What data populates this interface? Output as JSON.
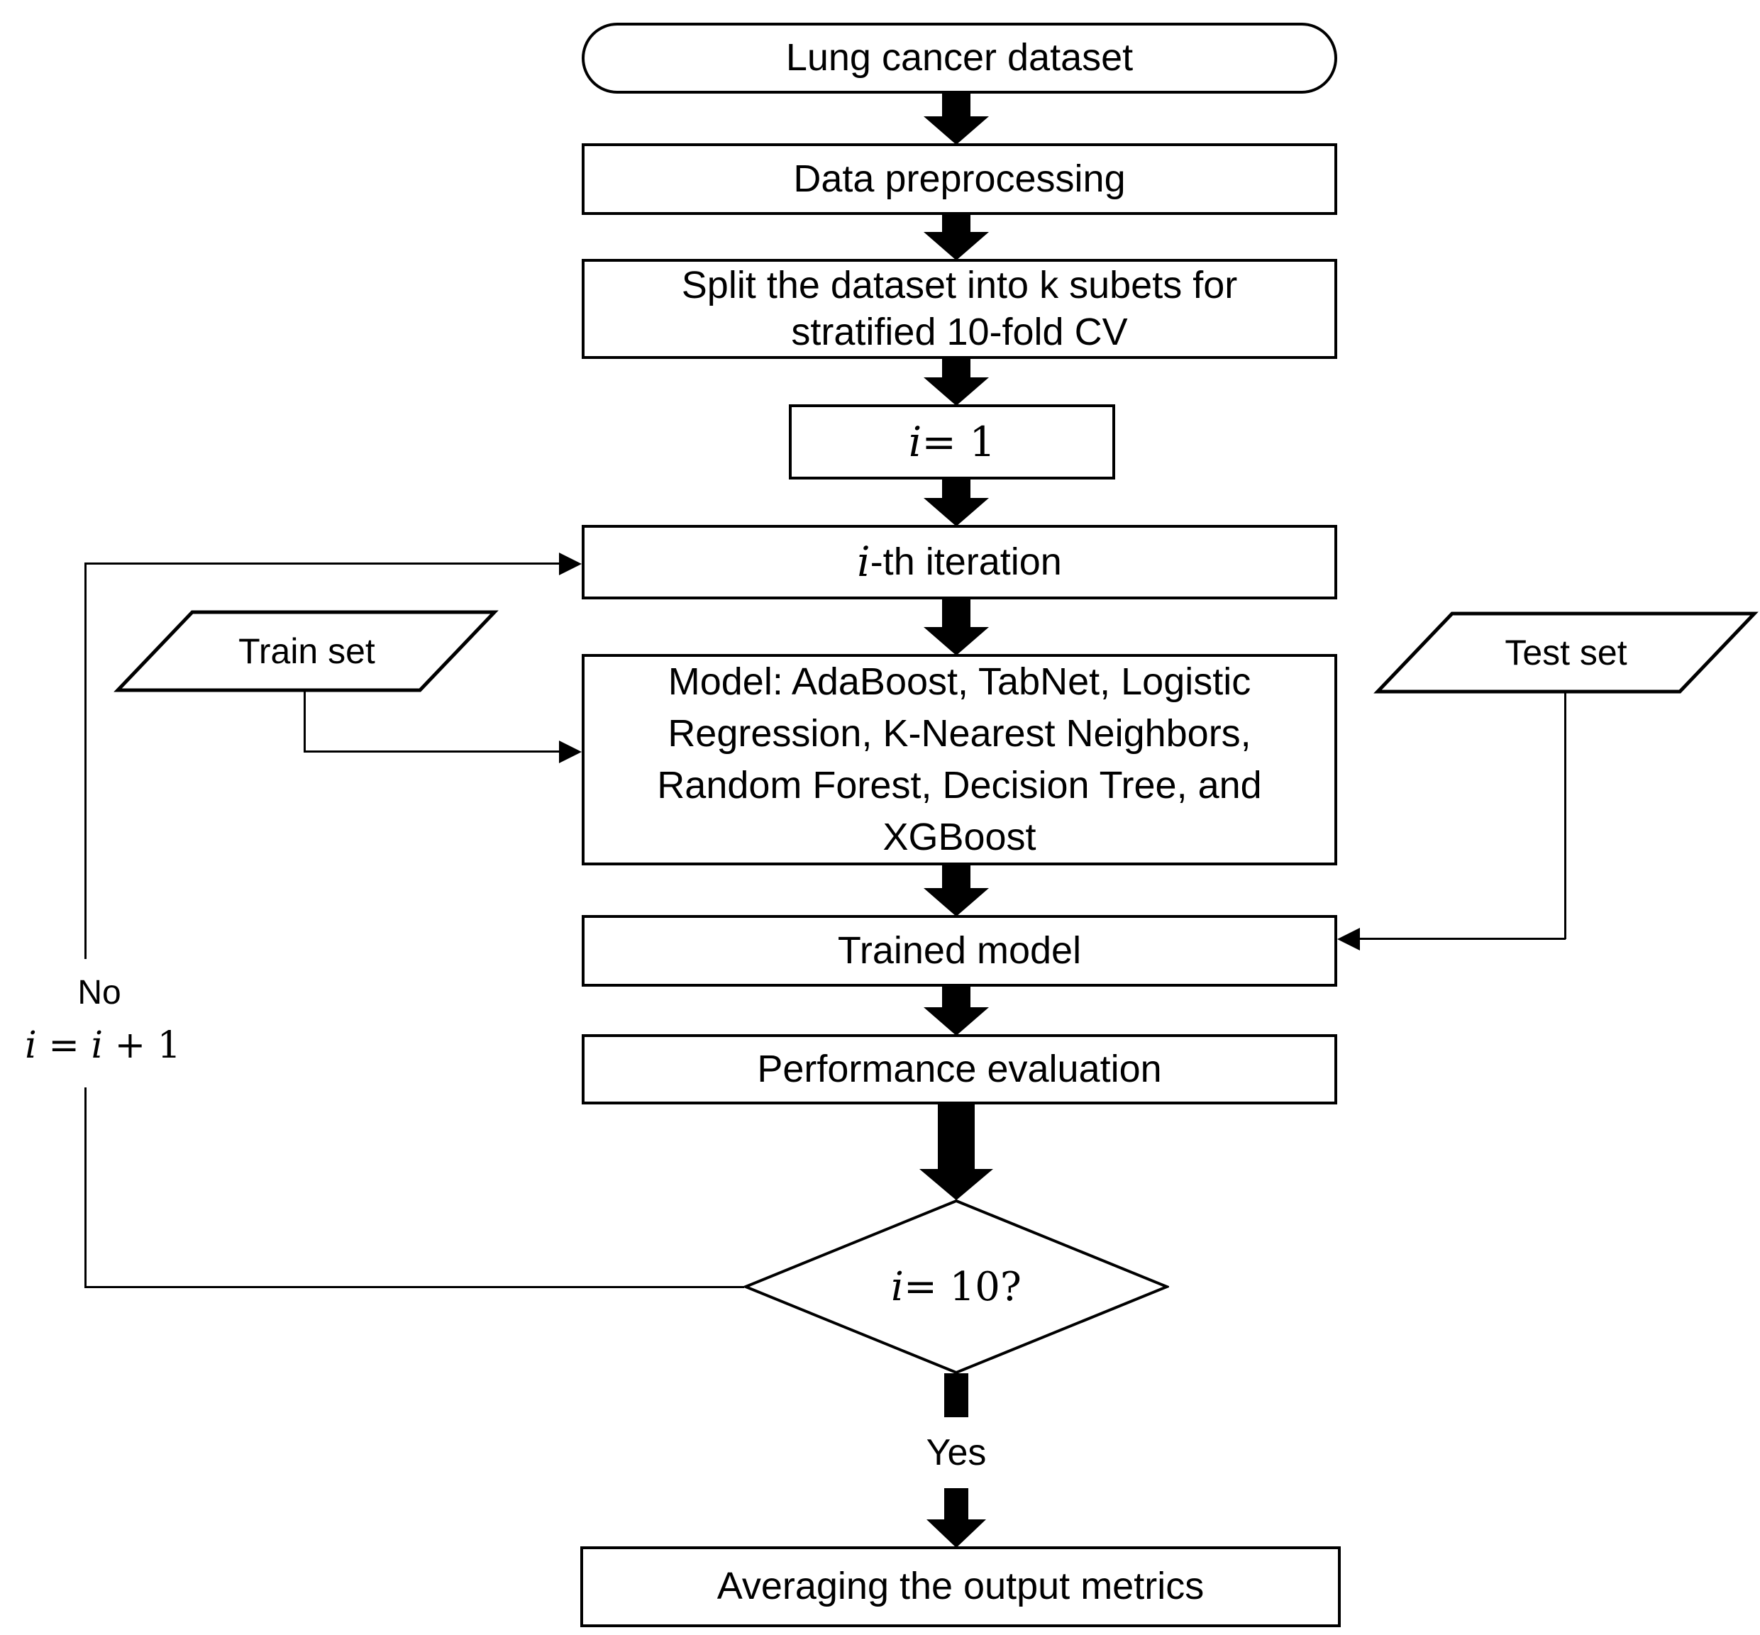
{
  "meta": {
    "background_color": "#ffffff",
    "line_color": "#000000",
    "shape_fill": "#ffffff"
  },
  "nodes": {
    "start": {
      "label": "Lung cancer dataset"
    },
    "preprocessing": {
      "label": "Data preprocessing"
    },
    "split": {
      "line1": "Split the dataset into k subets for",
      "line2": "stratified 10-fold CV"
    },
    "init": {
      "var": "i",
      "rest": " = 1"
    },
    "iteration": {
      "var": "i",
      "rest": "-th iteration"
    },
    "train_set": {
      "label": "Train set"
    },
    "test_set": {
      "label": "Test set"
    },
    "model": {
      "line1": "Model: AdaBoost, TabNet, Logistic",
      "line2": "Regression, K-Nearest Neighbors,",
      "line3": "Random Forest, Decision Tree, and",
      "line4": "XGBoost"
    },
    "trained": {
      "label": "Trained model"
    },
    "evaluation": {
      "label": "Performance evaluation"
    },
    "decision": {
      "var": "i",
      "rest": " = 10?"
    },
    "averaging": {
      "label": "Averaging the output metrics"
    }
  },
  "edges": {
    "no_label": "No",
    "no_expr": {
      "i1": "i",
      "eq": " = ",
      "i2": "i",
      "plus": " + 1"
    },
    "yes_label": "Yes"
  }
}
